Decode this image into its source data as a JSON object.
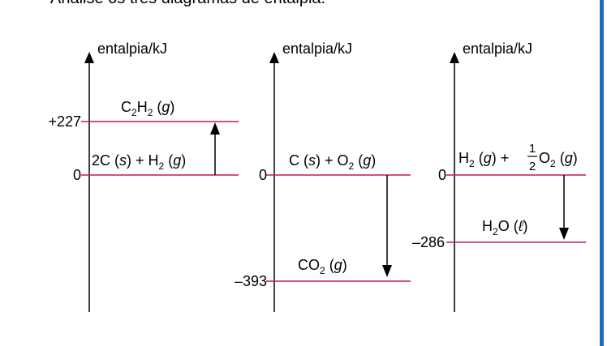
{
  "header": {
    "text": "Analise os três diagramas de entalpia."
  },
  "colors": {
    "level_line": "#c2185b",
    "axis": "#000000",
    "border": "#1f6db5"
  },
  "diagrams": [
    {
      "axis_label": "entalpia/kJ",
      "levels": [
        {
          "value_label": "+227",
          "species_main": "C",
          "species_sub1": "2",
          "species_mid": "H",
          "species_sub2": "2",
          "state_open": " (",
          "state": "g",
          "state_close": ")"
        },
        {
          "value_label": "0",
          "prefix": "2C (",
          "prefix_state": "s",
          "prefix_close": ") + H",
          "sub": "2",
          "state_open": " (",
          "state": "g",
          "state_close": ")"
        }
      ],
      "arrow_direction": "up"
    },
    {
      "axis_label": "entalpia/kJ",
      "levels": [
        {
          "value_label": "0",
          "prefix": "C (",
          "prefix_state": "s",
          "prefix_close": ") + O",
          "sub": "2",
          "state_open": " (",
          "state": "g",
          "state_close": ")"
        },
        {
          "value_label": "–393",
          "species_main": "CO",
          "sub": "2",
          "state_open": " (",
          "state": "g",
          "state_close": ")"
        }
      ],
      "arrow_direction": "down"
    },
    {
      "axis_label": "entalpia/kJ",
      "levels": [
        {
          "value_label": "0",
          "h": "H",
          "h_sub": "2",
          "h_state_open": " (",
          "h_state": "g",
          "h_state_close": ") + ",
          "frac_num": "1",
          "frac_den": "2",
          "o": "O",
          "o_sub": "2",
          "o_state_open": " (",
          "o_state": "g",
          "o_state_close": ")"
        },
        {
          "value_label": "–286",
          "species_main": "H",
          "sub": "2",
          "rest": "O (",
          "state": "ℓ",
          "state_close": ")"
        }
      ],
      "arrow_direction": "down"
    }
  ]
}
